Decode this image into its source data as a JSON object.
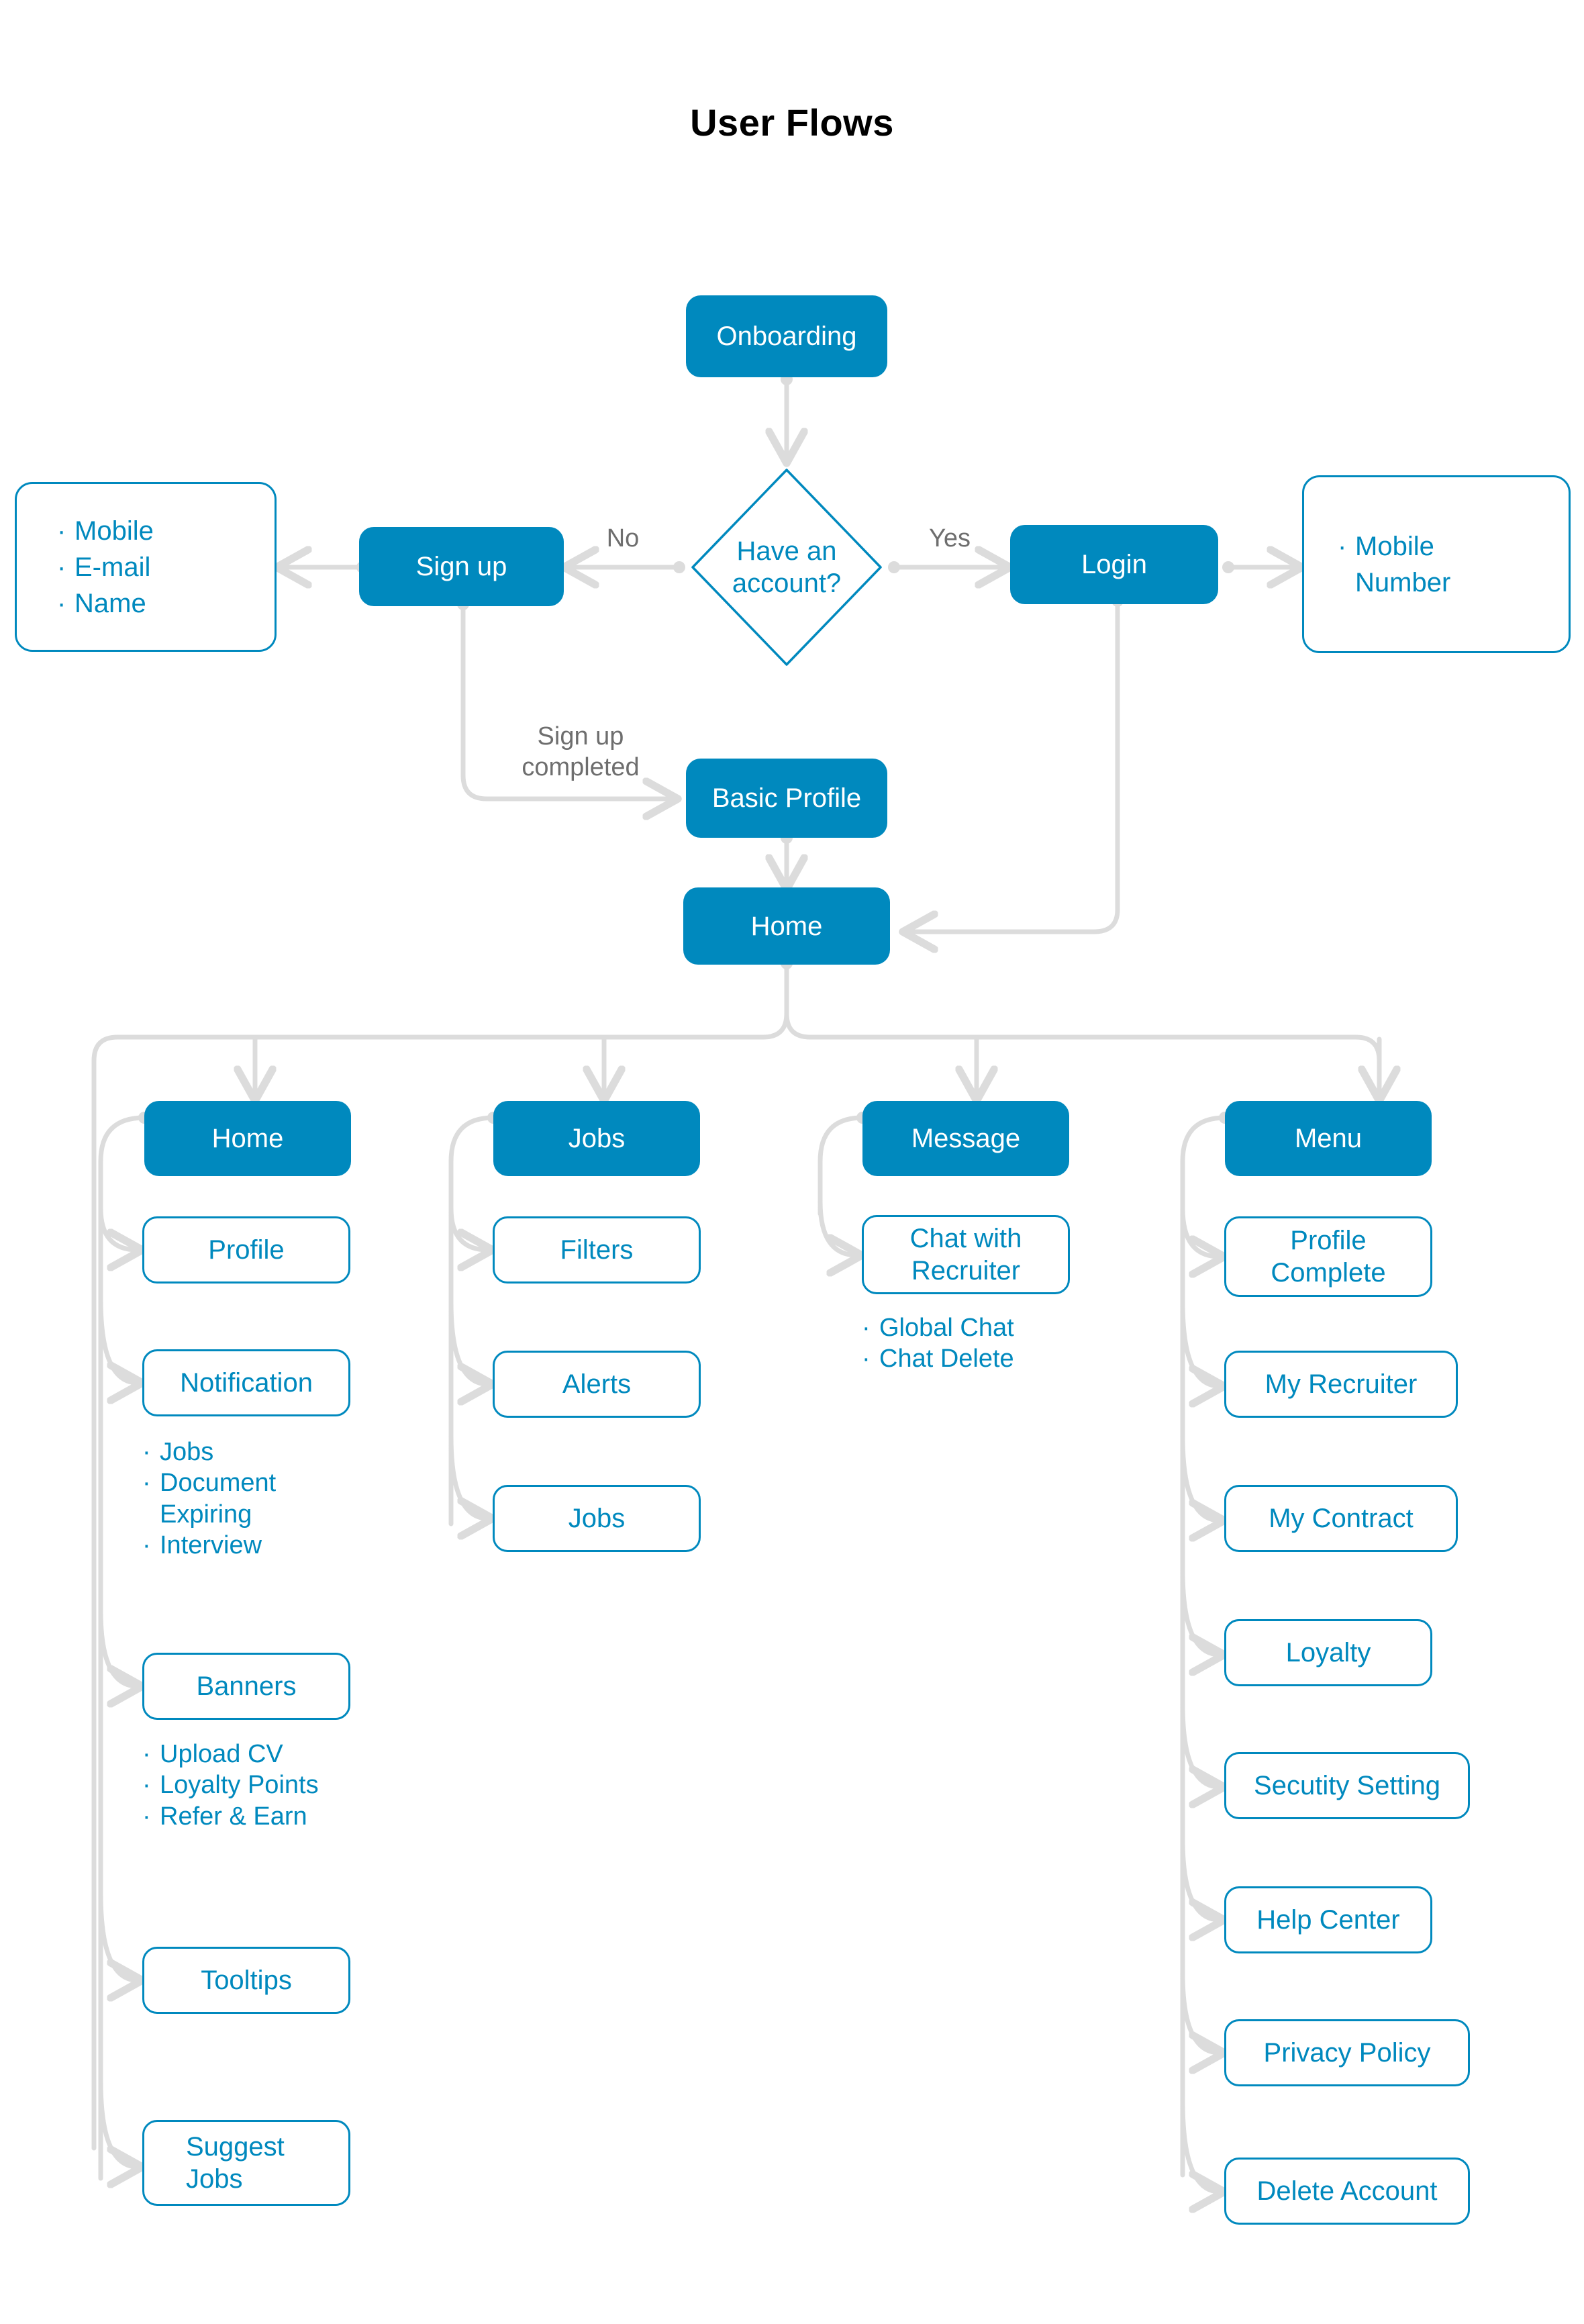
{
  "title": "User Flows",
  "colors": {
    "accent": "#0089BE",
    "node_fill": "#0089BE",
    "node_text_on_fill": "#FFFFFF",
    "outline_text": "#0089BE",
    "connector": "#DCDCDC",
    "edge_label": "#6E6E6E",
    "background": "#FFFFFF",
    "title_text": "#000000"
  },
  "flow": {
    "onboarding": {
      "label": "Onboarding"
    },
    "decision": {
      "label": "Have an\naccount?"
    },
    "sign_up": {
      "label": "Sign up"
    },
    "login": {
      "label": "Login"
    },
    "basic_profile": {
      "label": "Basic Profile"
    },
    "home": {
      "label": "Home"
    },
    "signup_fields": {
      "items": [
        "Mobile",
        "E-mail",
        "Name"
      ]
    },
    "login_fields": {
      "items": [
        "Mobile Number"
      ]
    },
    "edge_labels": {
      "no": "No",
      "yes": "Yes",
      "signup_completed": "Sign up\ncompleted"
    }
  },
  "sections": [
    {
      "id": "home",
      "header": "Home",
      "children": [
        {
          "label": "Profile",
          "bullets": []
        },
        {
          "label": "Notification",
          "bullets": [
            "Jobs",
            "Document Expiring",
            "Interview"
          ]
        },
        {
          "label": "Banners",
          "bullets": [
            "Upload CV",
            "Loyalty Points",
            "Refer & Earn"
          ]
        },
        {
          "label": "Tooltips",
          "bullets": []
        },
        {
          "label": "Suggest Jobs",
          "bullets": []
        }
      ]
    },
    {
      "id": "jobs",
      "header": "Jobs",
      "children": [
        {
          "label": "Filters",
          "bullets": []
        },
        {
          "label": "Alerts",
          "bullets": []
        },
        {
          "label": "Jobs",
          "bullets": []
        }
      ]
    },
    {
      "id": "message",
      "header": "Message",
      "children": [
        {
          "label": "Chat with Recruiter",
          "bullets": [
            "Global Chat",
            "Chat Delete"
          ]
        }
      ]
    },
    {
      "id": "menu",
      "header": "Menu",
      "children": [
        {
          "label": "Profile Complete",
          "bullets": []
        },
        {
          "label": "My Recruiter",
          "bullets": []
        },
        {
          "label": "My Contract",
          "bullets": []
        },
        {
          "label": "Loyalty",
          "bullets": []
        },
        {
          "label": "Secutity Setting",
          "bullets": []
        },
        {
          "label": "Help Center",
          "bullets": []
        },
        {
          "label": "Privacy Policy",
          "bullets": []
        },
        {
          "label": "Delete Account",
          "bullets": []
        }
      ]
    }
  ]
}
